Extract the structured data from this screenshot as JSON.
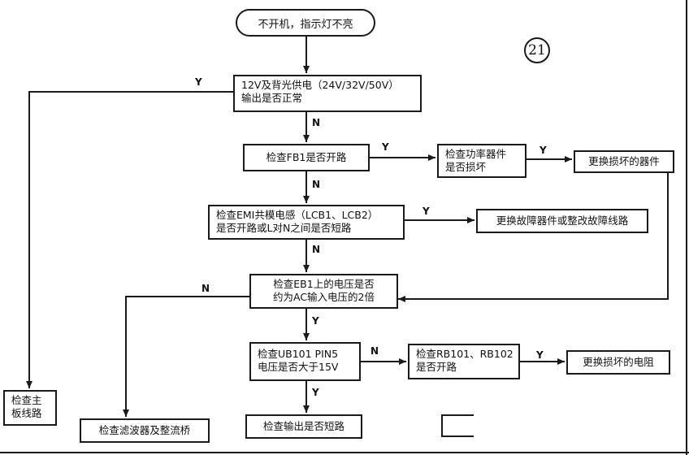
{
  "badge": "21",
  "nodes": {
    "start": "不开机，指示灯不亮",
    "q_power": [
      "12V及背光供电（24V/32V/50V）",
      "输出是否正常"
    ],
    "q_fb1": "检查FB1是否开路",
    "q_power_device": [
      "检查功率器件",
      "是否损坏"
    ],
    "a_replace_device": "更换损坏的器件",
    "q_emi": [
      "检查EMI共模电感（LCB1、LCB2）",
      "是否开路或L对N之间是否短路"
    ],
    "a_replace_fault": "更换故障器件或整改故障线路",
    "q_eb1": [
      "检查EB1上的电压是否",
      "约为AC输入电压的2倍"
    ],
    "q_ub101": [
      "检查UB101 PIN5",
      "电压是否大于15V"
    ],
    "q_rb101": [
      "检查RB101、RB102",
      "是否开路"
    ],
    "a_replace_resistor": "更换损坏的电阻",
    "a_mainboard": [
      "检查主",
      "板线路"
    ],
    "a_filter": "检查滤波器及整流桥",
    "a_output_short": "检查输出是否短路"
  },
  "labels": {
    "power_yes": "Y",
    "power_no": "N",
    "fb1_yes": "Y",
    "fb1_no": "N",
    "device_yes": "Y",
    "emi_yes": "Y",
    "emi_no": "N",
    "eb1_no": "N",
    "eb1_yes": "Y",
    "ub101_no": "N",
    "ub101_yes": "Y",
    "rb_yes": "Y"
  }
}
